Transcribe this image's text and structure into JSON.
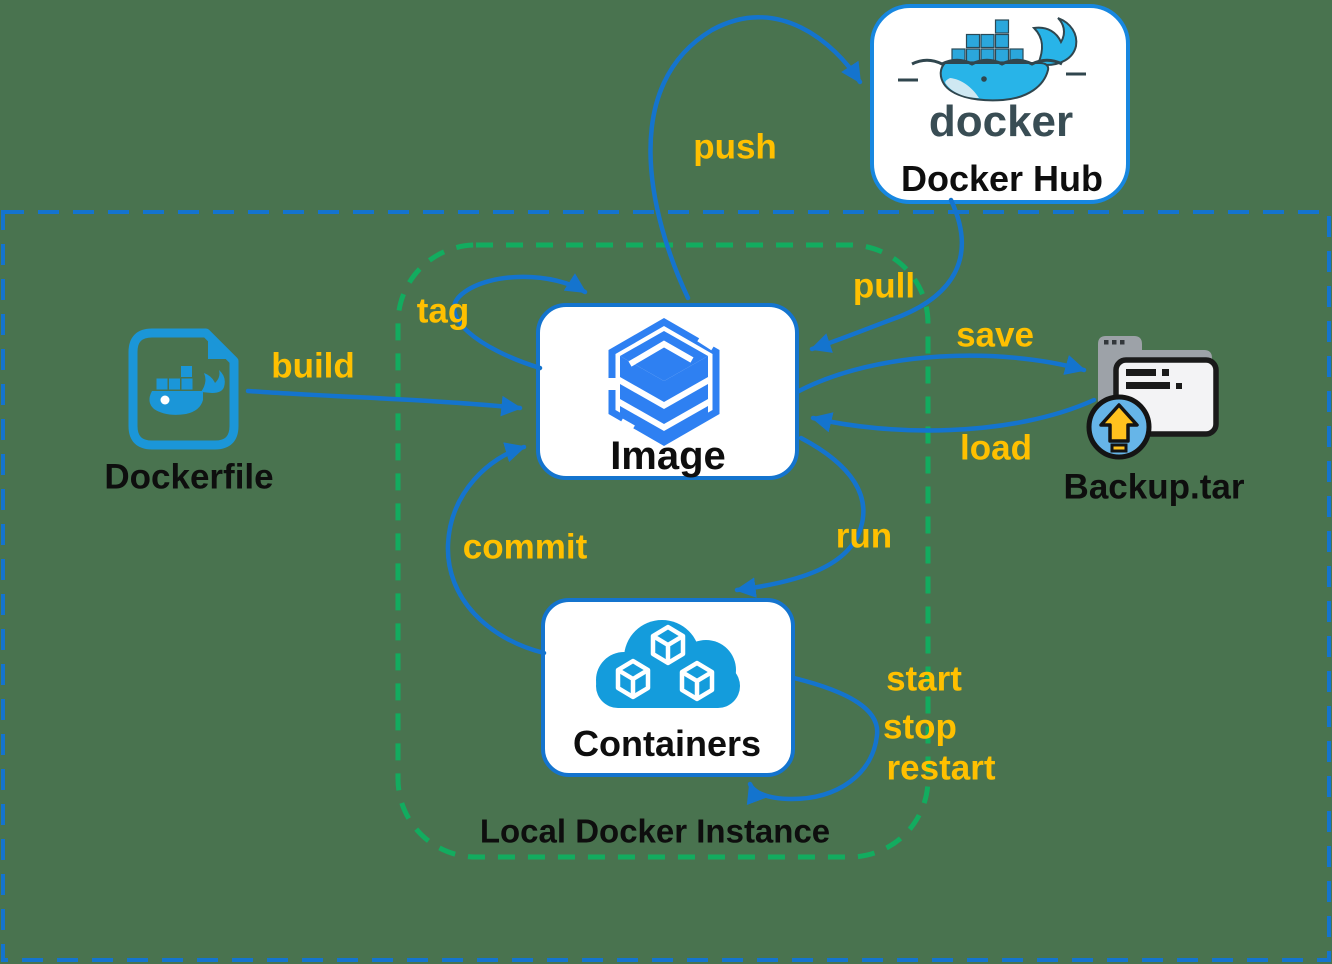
{
  "nodes": {
    "docker_hub": {
      "label": "Docker Hub",
      "wordmark": "docker"
    },
    "image": {
      "label": "Image"
    },
    "containers": {
      "label": "Containers"
    },
    "dockerfile": {
      "label": "Dockerfile"
    },
    "backup": {
      "label": "Backup.tar"
    }
  },
  "group": {
    "local_docker_instance": "Local Docker Instance"
  },
  "edge_labels": {
    "build": "build",
    "tag": "tag",
    "push": "push",
    "pull": "pull",
    "save": "save",
    "load": "load",
    "commit": "commit",
    "run": "run",
    "start": "start",
    "stop": "stop",
    "restart": "restart"
  },
  "colors": {
    "background_green": "#49734F",
    "arrow_blue": "#1474CE",
    "boundary_dash_green": "#12AC5F",
    "label_yellow": "#FFC000",
    "dockerfile_icon_blue": "#1B96D8",
    "image_icon_blue": "#2E80F2",
    "cloud_icon_blue": "#149CDC",
    "docker_whale_blue": "#28B4E8",
    "wordmark_gray": "#394D54",
    "node_border_blue": "#1787E0",
    "backup_folder_gray": "#9DA2A8",
    "backup_arrow_yellow": "#FFC21E",
    "backup_circle_blue": "#66B5E8"
  }
}
